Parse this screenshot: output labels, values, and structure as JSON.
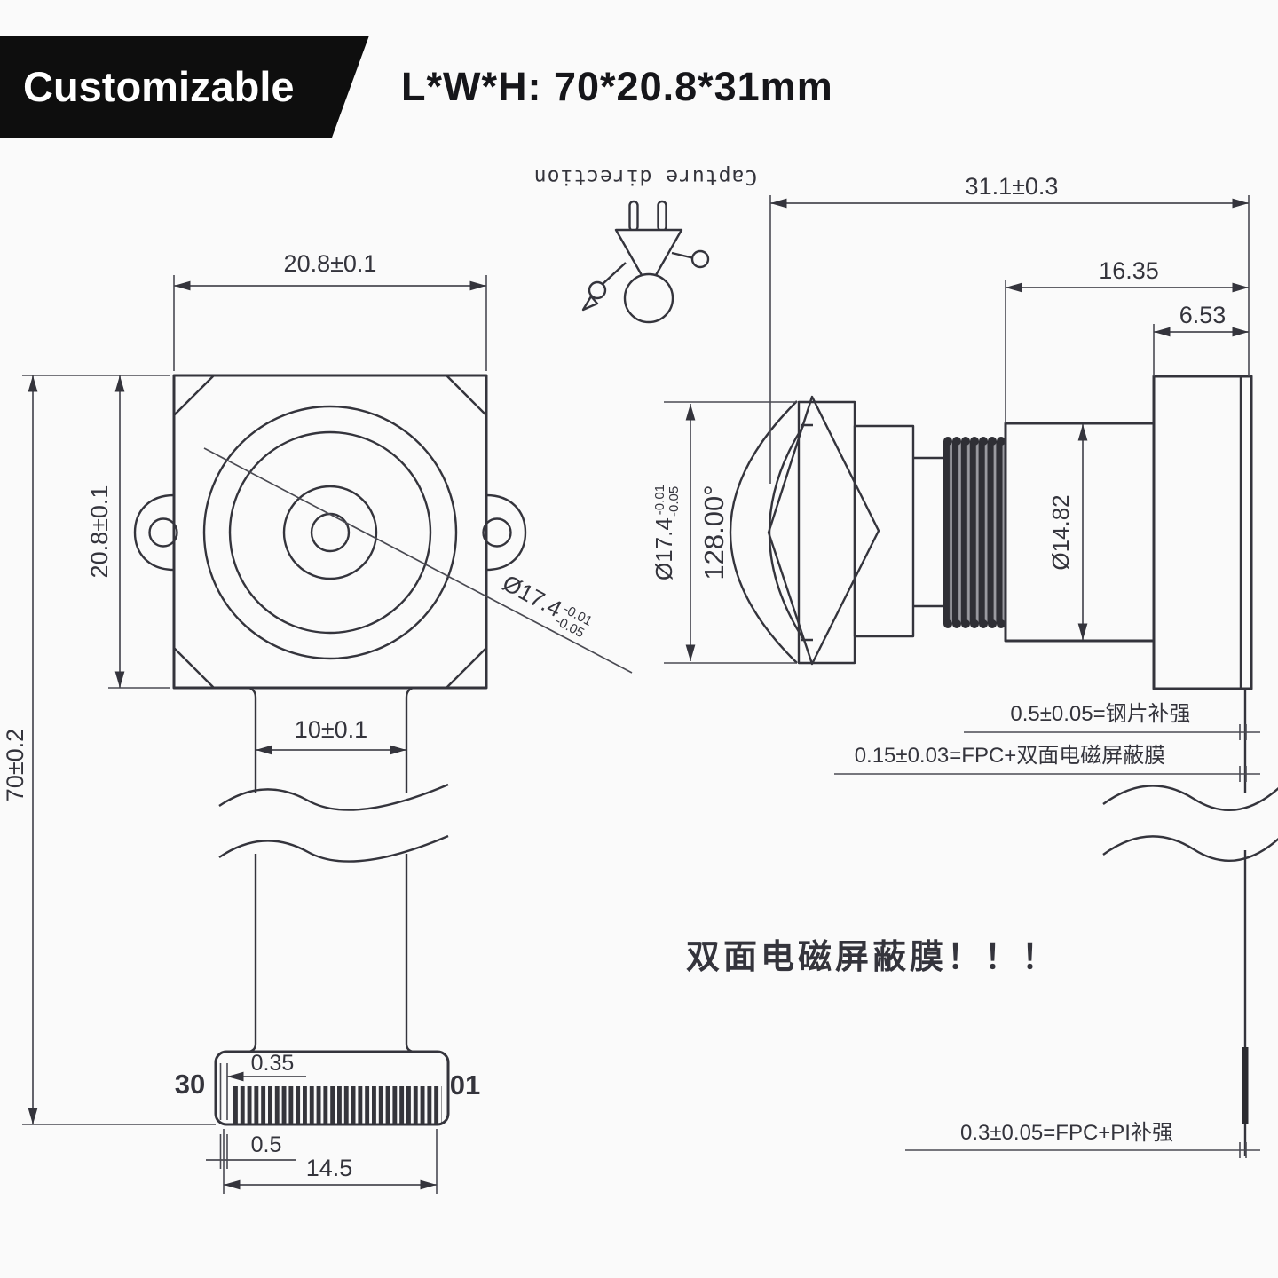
{
  "header": {
    "badge": "Customizable",
    "size_label": "L*W*H:  70*20.8*31mm"
  },
  "capture": {
    "label": "Capture direction"
  },
  "front_view": {
    "dim_width": "20.8±0.1",
    "dim_height": "20.8±0.1",
    "dim_total_length": "70±0.2",
    "dim_fpc_width": "10±0.1",
    "lens_dia": "Ø17.4",
    "lens_dia_tol_up": "-0.01",
    "lens_dia_tol_low": "-0.05"
  },
  "connector": {
    "pin_left": "30",
    "pin_right": "01",
    "dim_pin_pitch": "0.35",
    "dim_pin_offset": "0.5",
    "dim_width": "14.5"
  },
  "side_view": {
    "dim_total": "31.1±0.3",
    "dim_lens_assembly": "16.35",
    "dim_front_block": "6.53",
    "lens_dia": "Ø17.4",
    "lens_dia_tol_up": "-0.01",
    "lens_dia_tol_low": "-0.05",
    "fov": "128.00°",
    "barrel_dia": "Ø14.82"
  },
  "annotations": {
    "steel": "0.5±0.05=钢片补强",
    "shield": "0.15±0.03=FPC+双面电磁屏蔽膜",
    "red_note": "双面电磁屏蔽膜！！！",
    "pi": "0.3±0.05=FPC+PI补强"
  },
  "colors": {
    "banner_bg": "#0e0e0e",
    "line": "#34343c",
    "accent_red": "#8e1d1d",
    "background": "#fafafa"
  }
}
